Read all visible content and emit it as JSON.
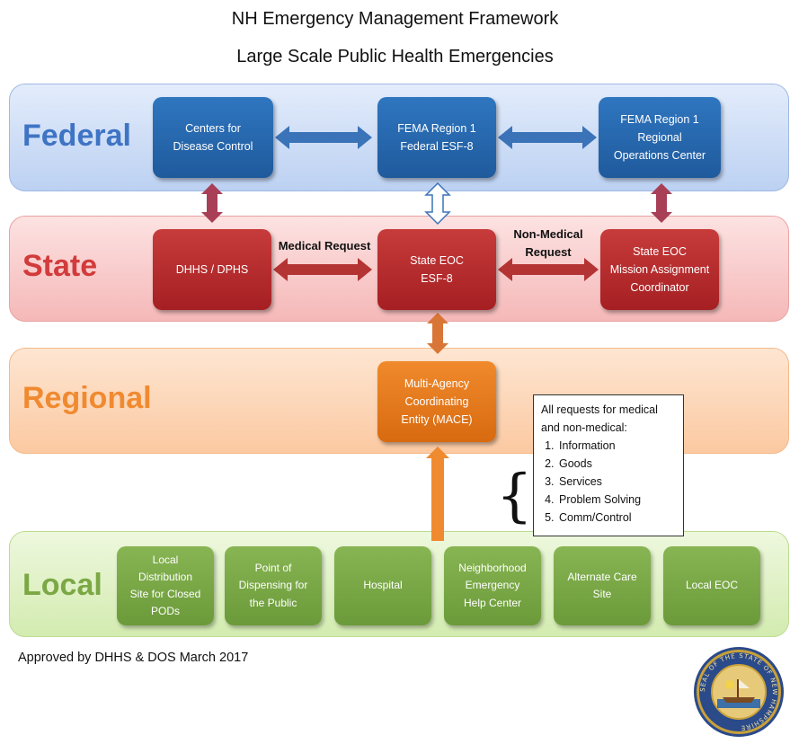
{
  "title": "NH Emergency Management Framework",
  "subtitle": "Large Scale Public Health Emergencies",
  "colors": {
    "federal_band": "#c9daf5",
    "federal_label": "#3f74c4",
    "blue_box": "#2563aa",
    "blue_arrow": "#3b73b8",
    "state_band": "#f8c9c9",
    "state_label": "#d23b3b",
    "red_box": "#b32a2a",
    "red_arrow": "#b43434",
    "regional_band": "#fcd5b5",
    "regional_label": "#f08a30",
    "orange_box": "#e57a20",
    "local_band": "#dcefbf",
    "local_label": "#7ba845",
    "green_box": "#79a746"
  },
  "levels": {
    "federal": {
      "label": "Federal",
      "boxes": [
        "Centers for\nDisease Control",
        "FEMA Region 1\nFederal ESF-8",
        "FEMA Region 1\nRegional\nOperations Center"
      ]
    },
    "state": {
      "label": "State",
      "boxes": [
        "DHHS / DPHS",
        "State EOC\nESF-8",
        "State EOC\nMission Assignment\nCoordinator"
      ],
      "arrow_labels": [
        "Medical Request",
        "Non-Medical\nRequest"
      ]
    },
    "regional": {
      "label": "Regional",
      "boxes": [
        "Multi-Agency\nCoordinating\nEntity (MACE)"
      ]
    },
    "local": {
      "label": "Local",
      "boxes": [
        "Local Distribution\nSite for Closed\nPODs",
        "Point of\nDispensing for\nthe Public",
        "Hospital",
        "Neighborhood\nEmergency\nHelp Center",
        "Alternate Care\nSite",
        "Local EOC"
      ]
    }
  },
  "requests_note": {
    "heading": "All requests for medical and non-medical:",
    "items": [
      "Information",
      "Goods",
      "Services",
      "Problem Solving",
      "Comm/Control"
    ]
  },
  "footer": "Approved by DHHS & DOS March 2017",
  "seal": {
    "icon": "nh-state-seal-icon",
    "text": "SEAL OF THE STATE OF NEW HAMPSHIRE"
  }
}
